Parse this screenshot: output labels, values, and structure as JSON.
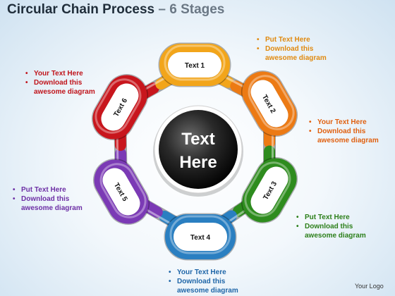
{
  "title": {
    "main": "Circular Chain Process",
    "separator": " – ",
    "sub": "6 Stages"
  },
  "center_label": [
    "Text",
    "Here"
  ],
  "stages": [
    {
      "label": "Text 1",
      "color": "#f2a51a"
    },
    {
      "label": "Text 2",
      "color": "#ec7a14"
    },
    {
      "label": "Text 3",
      "color": "#2e8c1e"
    },
    {
      "label": "Text 4",
      "color": "#2a7fc1"
    },
    {
      "label": "Text 5",
      "color": "#7b3ab5"
    },
    {
      "label": "Text 6",
      "color": "#c8161d"
    }
  ],
  "text_blocks": [
    {
      "items": [
        "Put Text Here",
        "Download this awesome diagram"
      ],
      "color": "#e08a10"
    },
    {
      "items": [
        "Your Text Here",
        "Download this awesome diagram"
      ],
      "color": "#e06010"
    },
    {
      "items": [
        "Put Text Here",
        "Download this awesome diagram"
      ],
      "color": "#2c7f1a"
    },
    {
      "items": [
        "Your Text Here",
        "Download this awesome diagram"
      ],
      "color": "#1f66a8"
    },
    {
      "items": [
        "Put Text Here",
        "Download this awesome diagram"
      ],
      "color": "#6d2fa5"
    },
    {
      "items": [
        "Your Text Here",
        "Download this awesome diagram"
      ],
      "color": "#c0141b"
    }
  ],
  "logo_text": "Your Logo"
}
